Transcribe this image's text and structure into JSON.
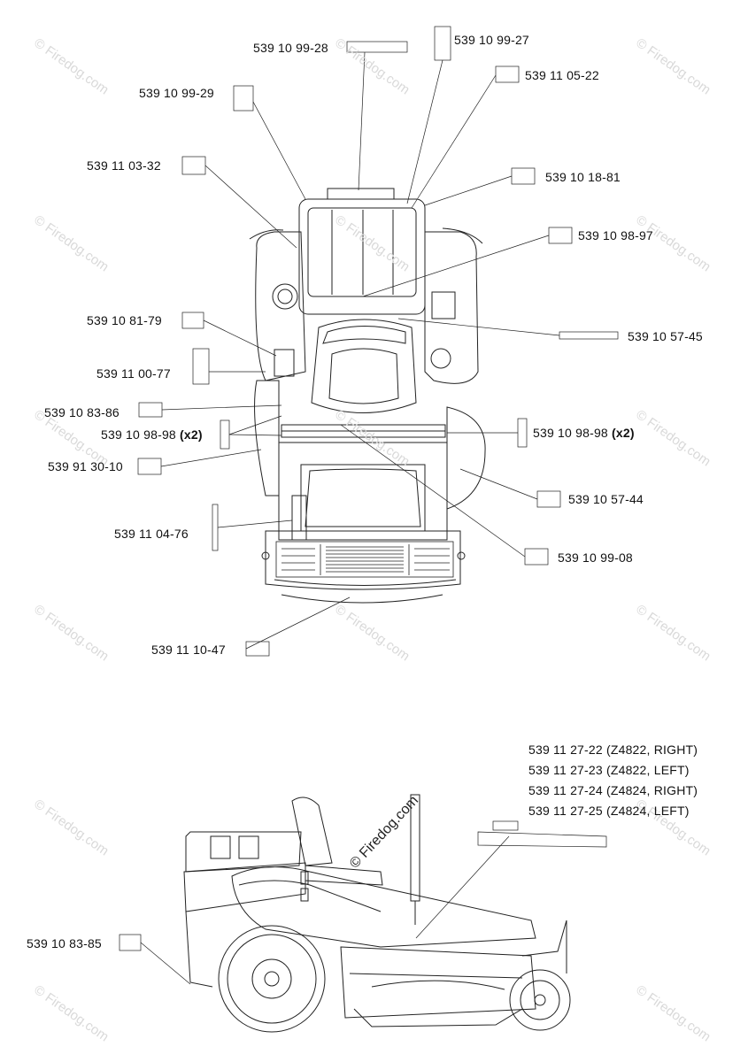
{
  "watermark": {
    "text": "© Firedog.com",
    "center_text": "© Firedog.com"
  },
  "top_view": {
    "labels": [
      {
        "id": "l1",
        "part": "539 10 99-28"
      },
      {
        "id": "l2",
        "part": "539 10 99-27"
      },
      {
        "id": "l3",
        "part": "539 11 05-22"
      },
      {
        "id": "l4",
        "part": "539 10 99-29"
      },
      {
        "id": "l5",
        "part": "539 11 03-32"
      },
      {
        "id": "l6",
        "part": "539 10 18-81"
      },
      {
        "id": "l7",
        "part": "539 10 98-97"
      },
      {
        "id": "l8",
        "part": "539 10 57-45"
      },
      {
        "id": "l9",
        "part": "539 10 81-79"
      },
      {
        "id": "l10",
        "part": "539 11 00-77"
      },
      {
        "id": "l11",
        "part": "539 10 83-86"
      },
      {
        "id": "l12",
        "part": "539 10 98-98",
        "qty": "(x2)"
      },
      {
        "id": "l13",
        "part": "539 10 98-98",
        "qty": "(x2)"
      },
      {
        "id": "l14",
        "part": "539 91 30-10"
      },
      {
        "id": "l15",
        "part": "539 10 57-44"
      },
      {
        "id": "l16",
        "part": "539 11 04-76"
      },
      {
        "id": "l17",
        "part": "539 10 99-08"
      },
      {
        "id": "l18",
        "part": "539 11 10-47"
      }
    ]
  },
  "side_view": {
    "labels": [
      {
        "id": "s1",
        "part": "539 11 27-22 (Z4822, RIGHT)"
      },
      {
        "id": "s2",
        "part": "539 11 27-23 (Z4822, LEFT)"
      },
      {
        "id": "s3",
        "part": "539 11 27-24 (Z4824, RIGHT)"
      },
      {
        "id": "s4",
        "part": "539 11 27-25 (Z4824, LEFT)"
      },
      {
        "id": "s5",
        "part": "539 10 83-85"
      }
    ]
  }
}
